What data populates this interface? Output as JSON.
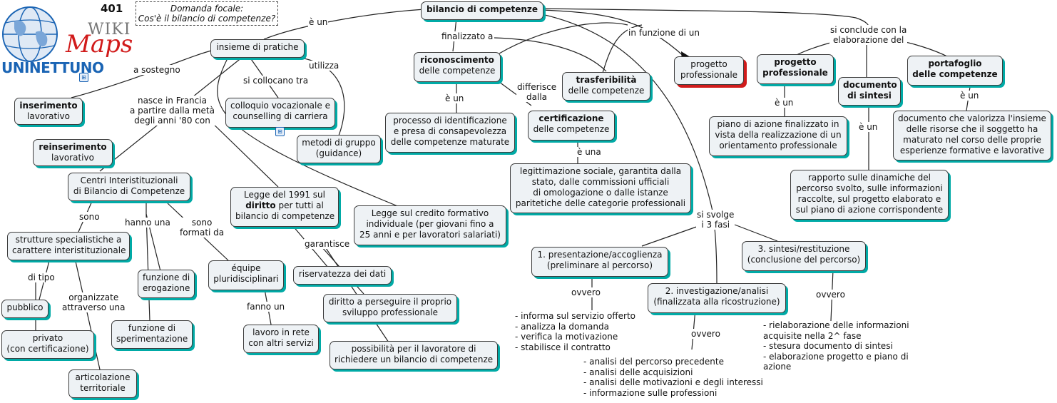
{
  "header": {
    "map_number": "401",
    "focus_line1": "Domanda focale:",
    "focus_line2": "Cos'è il bilancio di competenze?",
    "logo_wiki": "WIKI",
    "logo_maps": "Maps",
    "logo_uni": "UNINETTUNO"
  },
  "nodes": {
    "bilancio": "bilancio di competenze",
    "insieme": "insieme di pratiche",
    "riconoscimento_b": "riconoscimento",
    "riconoscimento": "delle competenze",
    "trasferibilita_b": "trasferibilità",
    "trasferibilita": "delle competenze",
    "progetto_prof_red1": "progetto",
    "progetto_prof_red2": "professionale",
    "progetto_prof_b1": "progetto",
    "progetto_prof_b2": "professionale",
    "documento_b1": "documento",
    "documento_b2": "di sintesi",
    "portafoglio_b1": "portafoglio",
    "portafoglio_b2": "delle competenze",
    "inserimento_b": "inserimento",
    "inserimento": "lavorativo",
    "reinserimento_b": "reinserimento",
    "reinserimento": "lavorativo",
    "colloquio1": "colloquio vocazionale e",
    "colloquio2": "counselling di carriera",
    "metodi1": "metodi di gruppo",
    "metodi2": "(guidance)",
    "processo1": "processo di identificazione",
    "processo2": "e presa di consapevolezza",
    "processo3": "delle competenze maturate",
    "certificazione_b": "certificazione",
    "certificazione": "delle competenze",
    "piano1": "piano di azione finalizzato in",
    "piano2": "vista della realizzazione di un",
    "piano3": "orientamento professionale",
    "documento_val1": "documento che valorizza l'insieme",
    "documento_val2": "delle risorse che il soggetto ha",
    "documento_val3": "maturato nel corso delle proprie",
    "documento_val4": "esperienze formative e lavorative",
    "legittimazione1": "legittimazione sociale, garantita dalla",
    "legittimazione2": "stato, dalle commissioni ufficiali",
    "legittimazione3": "di omologazione o dalle istanze",
    "legittimazione4": "paritetiche delle categorie professionali",
    "rapporto1": "rapporto sulle dinamiche del",
    "rapporto2": "percorso svolto, sulle informazioni",
    "rapporto3": "raccolte, sul progetto elaborato e",
    "rapporto4": "sul piano di azione corrispondente",
    "centri1": "Centri Interistituzionali",
    "centri2": "di Bilancio di Competenze",
    "legge1991_1": "Legge del 1991 sul",
    "legge1991_2b": "diritto",
    "legge1991_2": " per tutti al",
    "legge1991_3": "bilancio di competenze",
    "leggecredito1": "Legge sul credito formativo",
    "leggecredito2": "individuale (per giovani fino a",
    "leggecredito3": "25 anni e per lavoratori salariati)",
    "strutture1": "strutture specialistiche a",
    "strutture2": "carattere interistituzionale",
    "funzione_erog1": "funzione di",
    "funzione_erog2": "erogazione",
    "funzione_sper1": "funzione di",
    "funzione_sper2": "sperimentazione",
    "equipe1": "équipe",
    "equipe2": "pluridisciplinari",
    "riservatezza": "riservatezza dei dati",
    "diritto1": "diritto a perseguire il proprio",
    "diritto2": "sviluppo professionale",
    "possibilita1": "possibilità per il lavoratore di",
    "possibilita2": "richiedere un bilancio di competenze",
    "pubblico": "pubblico",
    "privato1": "privato",
    "privato2": "(con certificazione)",
    "articolazione1": "articolazione",
    "articolazione2": "territoriale",
    "lavoro1": "lavoro in rete",
    "lavoro2": "con altri servizi",
    "fase1_1": "1. presentazione/accoglienza",
    "fase1_2": "(preliminare al percorso)",
    "fase2_1": "2. investigazione/analisi",
    "fase2_2": "(finalizzata alla ricostruzione)",
    "fase3_1": "3. sintesi/restituzione",
    "fase3_2": "(conclusione del percorso)"
  },
  "links": {
    "e_un_top": "è un",
    "finalizzato": "finalizzato a",
    "in_funzione": "in funzione di un",
    "si_conclude1": "si conclude con la",
    "si_conclude2": "elaborazione del",
    "a_sostegno": "a sostegno",
    "si_collocano": "si collocano tra",
    "utilizza": "utilizza",
    "nasce1": "nasce in Francia",
    "nasce2": "a partire dalla metà",
    "nasce3": "degli anni '80 con",
    "e_un_ric": "è un",
    "differisce1": "differisce",
    "differisce2": "dalla",
    "e_una": "è una",
    "e_un_prog": "è un",
    "e_un_doc": "è un",
    "e_un_port": "è un",
    "sono": "sono",
    "hanno_una": "hanno una",
    "sono_formati1": "sono",
    "sono_formati2": "formati da",
    "garantisce": "garantisce",
    "di_tipo": "di tipo",
    "organizzate1": "organizzate",
    "organizzate2": "attraverso una",
    "fanno_un": "fanno un",
    "si_svolge1": "si svolge",
    "si_svolge2": "i 3 fasi",
    "ovvero1": "ovvero",
    "ovvero2": "ovvero",
    "ovvero3": "ovvero"
  },
  "lists": {
    "fase1": [
      "- informa sul servizio offerto",
      "- analizza la domanda",
      "- verifica la motivazione",
      "- stabilisce il contratto"
    ],
    "fase2": [
      "- analisi del percorso precedente",
      "- analisi delle acquisizioni",
      "- analisi delle motivazioni e degli interessi",
      "- informazione sulle professioni"
    ],
    "fase3": [
      "- rielaborazione delle informazioni",
      "acquisite nella 2^ fase",
      "- stesura documento di sintesi",
      "- elaborazione progetto e piano di",
      "azione"
    ]
  },
  "colors": {
    "shadow": "#00aaa6",
    "red_shadow": "#d11b1b",
    "node_bg": "#eef2f5",
    "logo_blue": "#1a64b4",
    "logo_red": "#d11b1b"
  }
}
